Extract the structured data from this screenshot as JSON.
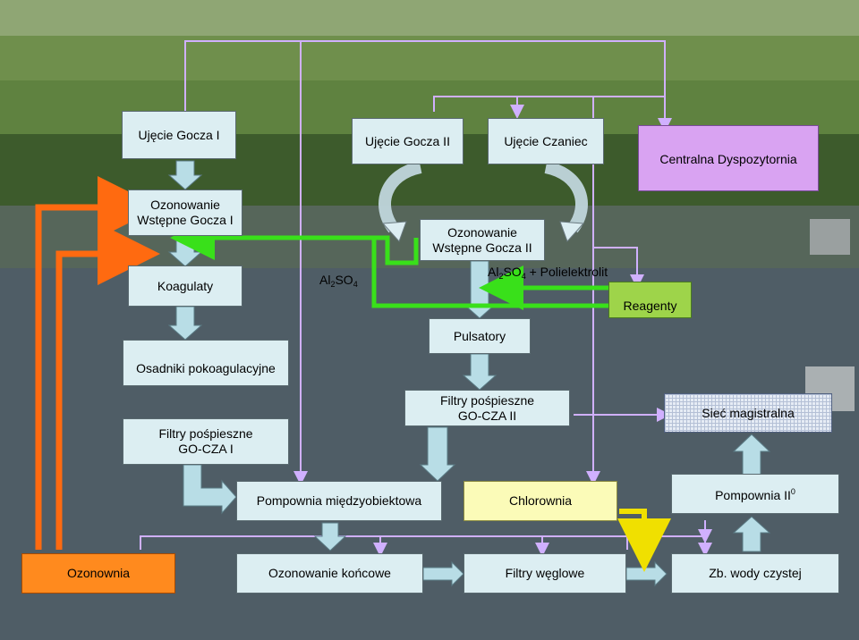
{
  "nodes": {
    "ujecie_gocza_1": "Ujęcie Gocza I",
    "ujecie_gocza_2": "Ujęcie Gocza II",
    "ujecie_czaniec": "Ujęcie Czaniec",
    "centralna_dyspozytornia": "Centralna Dyspozytornia",
    "ozonowanie_wstepne_1_line1": "Ozonowanie",
    "ozonowanie_wstepne_1_line2": "Wstępne Gocza I",
    "ozonowanie_wstepne_2_line1": "Ozonowanie",
    "ozonowanie_wstepne_2_line2": "Wstępne Gocza II",
    "koagulaty": "Koagulaty",
    "reagenty": "Reagenty",
    "pulsatory": "Pulsatory",
    "osadniki": "Osadniki pokoagulacyjne",
    "filtry_1_line1": "Filtry pośpieszne",
    "filtry_1_line2": "GO-CZA I",
    "filtry_2_line1": "Filtry pośpieszne",
    "filtry_2_line2": "GO-CZA II",
    "siec_magistralna": "Sieć magistralna",
    "pompownia_miedzy": "Pompownia międzyobiektowa",
    "chlorownia": "Chlorownia",
    "pompownia_2": "Pompownia II",
    "pompownia_2_sup": "0",
    "ozonownia": "Ozonownia",
    "ozonowanie_koncowe": "Ozonowanie końcowe",
    "filtry_weglowe": "Filtry węglowe",
    "zb_wody_czystej": "Zb. wody czystej"
  },
  "labels": {
    "al_1_a": "Al",
    "al_1_sub2": "2",
    "al_1_b": "SO",
    "al_1_sub4": "4",
    "al_2_a": "Al",
    "al_2_sub2": "2",
    "al_2_b": "SO",
    "al_2_sub4": "4",
    "al_2_tail": " + Polielektrolit"
  },
  "colors": {
    "box_fill": "#dceef2",
    "dispatcher_fill": "#d9a3f2",
    "reagent_fill": "#9ed44a",
    "ozonator_fill": "#ff8a1e",
    "chlorine_fill": "#fbfbb8",
    "ozone_line": "#ff6a10",
    "reagent_line": "#39e01a",
    "chlorine_line": "#f0e000",
    "control_line": "#d0b0ff"
  }
}
